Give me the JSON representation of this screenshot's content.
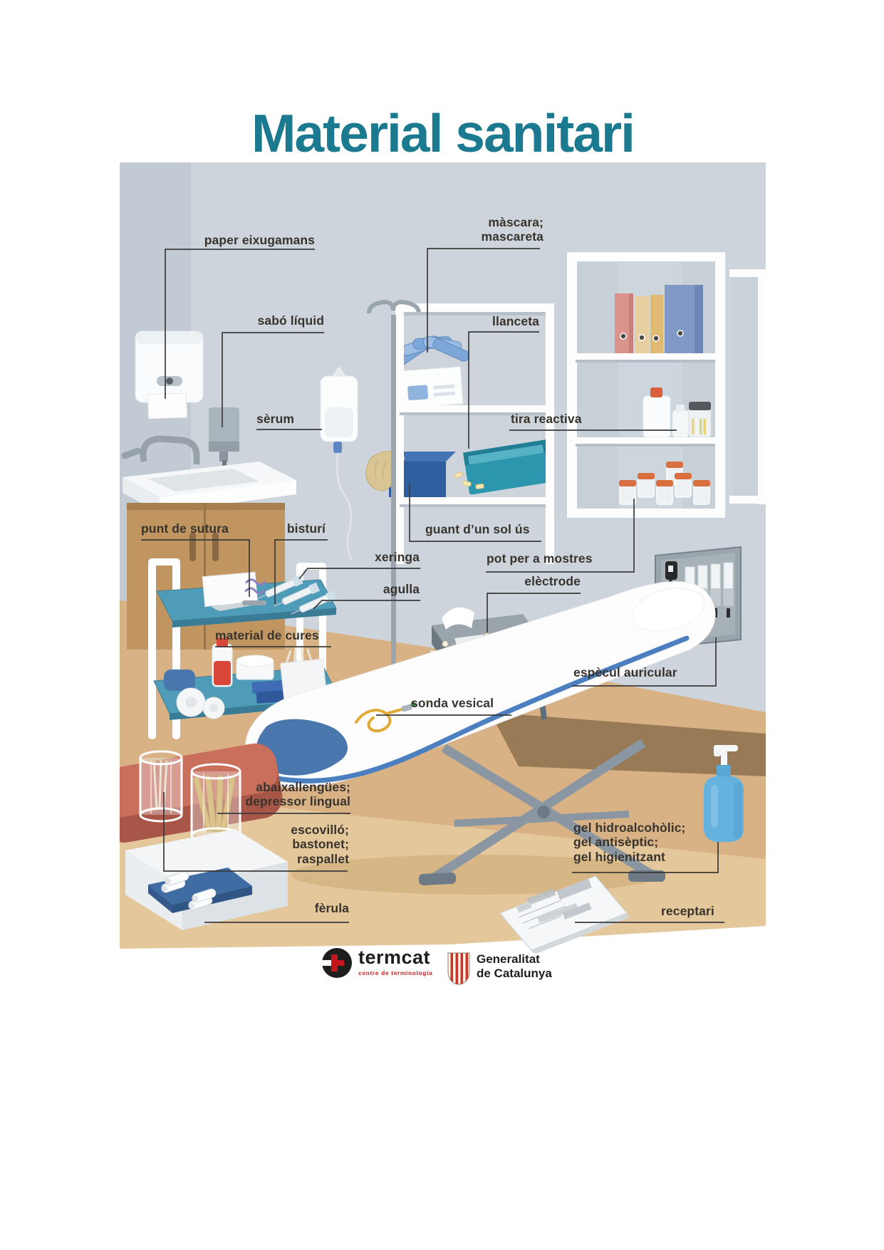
{
  "title": "Material sanitari",
  "labels": [
    {
      "id": "paper-eixugamans",
      "text": "paper eixugamans"
    },
    {
      "id": "sabo-liquid",
      "text": "sabó líquid"
    },
    {
      "id": "serum",
      "text": "sèrum"
    },
    {
      "id": "mascara",
      "text": "màscara;\nmascareta"
    },
    {
      "id": "llanceta",
      "text": "llanceta"
    },
    {
      "id": "tira-reactiva",
      "text": "tira reactiva"
    },
    {
      "id": "punt-de-sutura",
      "text": "punt de sutura"
    },
    {
      "id": "bisturi",
      "text": "bisturí"
    },
    {
      "id": "guant-un-sol-us",
      "text": "guant d’un sol ús"
    },
    {
      "id": "xeringa",
      "text": "xeringa"
    },
    {
      "id": "agulla",
      "text": "agulla"
    },
    {
      "id": "pot-per-a-mostres",
      "text": "pot per a mostres"
    },
    {
      "id": "electrode",
      "text": "elèctrode"
    },
    {
      "id": "material-de-cures",
      "text": "material de cures"
    },
    {
      "id": "especul-auricular",
      "text": "espècul auricular"
    },
    {
      "id": "sonda-vesical",
      "text": "sonda vesical"
    },
    {
      "id": "abaixallengues",
      "text": "abaixallengües;\ndepressor lingual"
    },
    {
      "id": "escovillo",
      "text": "escovilló;\nbastonet;\nraspallet"
    },
    {
      "id": "gel",
      "text": "gel hidroalcohòlic;\ngel antisèptic;\ngel higienitzant"
    },
    {
      "id": "ferula",
      "text": "fèrula"
    },
    {
      "id": "receptari",
      "text": "receptari"
    }
  ],
  "footer": {
    "termcat": {
      "name": "termcat",
      "subtitle": "centre de terminologia"
    },
    "generalitat": {
      "name": "Generalitat\nde Catalunya"
    }
  },
  "colors": {
    "title_teal": "#1b7990",
    "label_text": "#38332c",
    "leader_line": "#3b3b3b",
    "wall": "#cdd4db",
    "floor": "#d8b285",
    "cart_shelf_teal": "#4f9cb8",
    "counter_terracotta": "#c96f5c",
    "wood_cabinet": "#c0955f",
    "bed_stripe_blue": "#4b7fc0",
    "gel_bottle_blue": "#66b2de",
    "catheter_yellow": "#e2aa35",
    "sample_pot_lid_orange": "#d96f3f",
    "lancet_box_teal": "#2b96ae",
    "termcat_red": "#cc2127",
    "logo_black": "#1e1e1c"
  }
}
